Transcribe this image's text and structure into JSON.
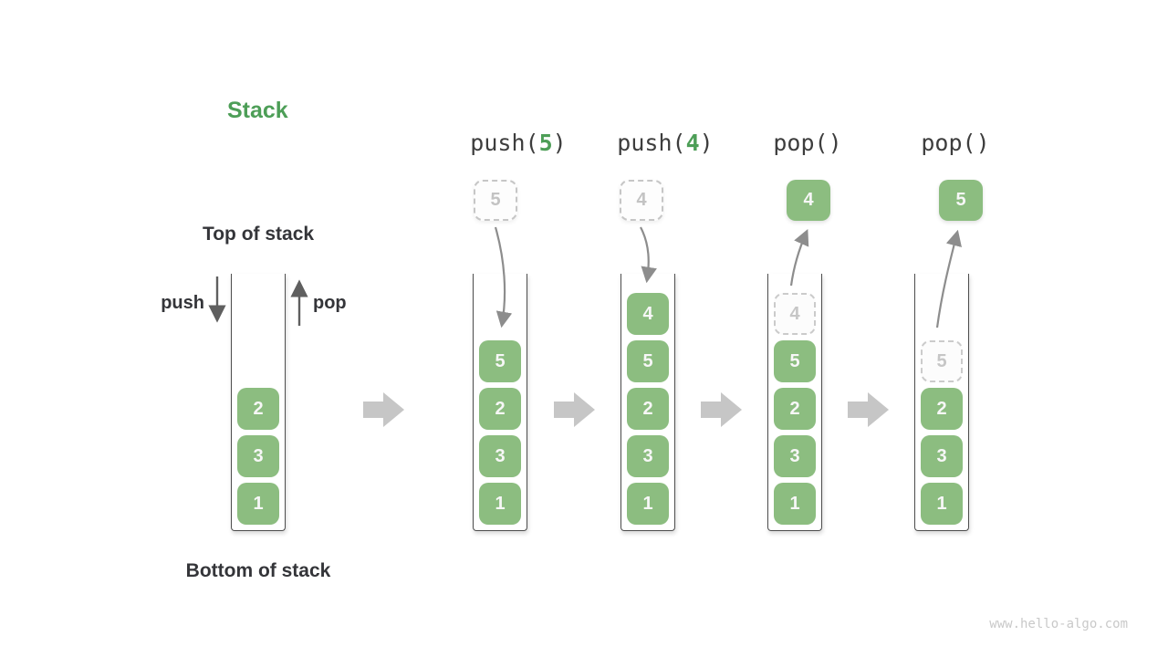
{
  "title": "Stack",
  "labels": {
    "top": "Top of stack",
    "bottom": "Bottom of stack",
    "push": "push",
    "pop": "pop"
  },
  "operations": [
    {
      "prefix": "push(",
      "arg": "5",
      "suffix": ")"
    },
    {
      "prefix": "push(",
      "arg": "4",
      "suffix": ")"
    },
    {
      "prefix": "pop()",
      "arg": "",
      "suffix": ""
    },
    {
      "prefix": "pop()",
      "arg": "",
      "suffix": ""
    }
  ],
  "floats": [
    {
      "value": "5",
      "style": "dashed"
    },
    {
      "value": "4",
      "style": "dashed"
    },
    {
      "value": "4",
      "style": "solid"
    },
    {
      "value": "5",
      "style": "solid"
    }
  ],
  "stacks": [
    {
      "boxes": [
        {
          "value": "2",
          "style": "solid"
        },
        {
          "value": "3",
          "style": "solid"
        },
        {
          "value": "1",
          "style": "solid"
        }
      ]
    },
    {
      "boxes": [
        {
          "value": "5",
          "style": "solid"
        },
        {
          "value": "2",
          "style": "solid"
        },
        {
          "value": "3",
          "style": "solid"
        },
        {
          "value": "1",
          "style": "solid"
        }
      ]
    },
    {
      "boxes": [
        {
          "value": "4",
          "style": "solid"
        },
        {
          "value": "5",
          "style": "solid"
        },
        {
          "value": "2",
          "style": "solid"
        },
        {
          "value": "3",
          "style": "solid"
        },
        {
          "value": "1",
          "style": "solid"
        }
      ]
    },
    {
      "boxes": [
        {
          "value": "4",
          "style": "ghost"
        },
        {
          "value": "5",
          "style": "solid"
        },
        {
          "value": "2",
          "style": "solid"
        },
        {
          "value": "3",
          "style": "solid"
        },
        {
          "value": "1",
          "style": "solid"
        }
      ]
    },
    {
      "boxes": [
        {
          "value": "5",
          "style": "ghost"
        },
        {
          "value": "2",
          "style": "solid"
        },
        {
          "value": "3",
          "style": "solid"
        },
        {
          "value": "1",
          "style": "solid"
        }
      ]
    }
  ],
  "watermark": "www.hello-algo.com",
  "colors": {
    "box_green": "#8cbd80",
    "green_text": "#4d9e57",
    "dark_text": "#343539",
    "mono_text": "#3d3d3d",
    "curve_arrow": "#8d8d8d",
    "straight_arrow": "#5f5f5f",
    "step_arrow": "#c6c6c6",
    "dashed_border": "#c6c6c6",
    "watermark": "#c9c9c9"
  }
}
